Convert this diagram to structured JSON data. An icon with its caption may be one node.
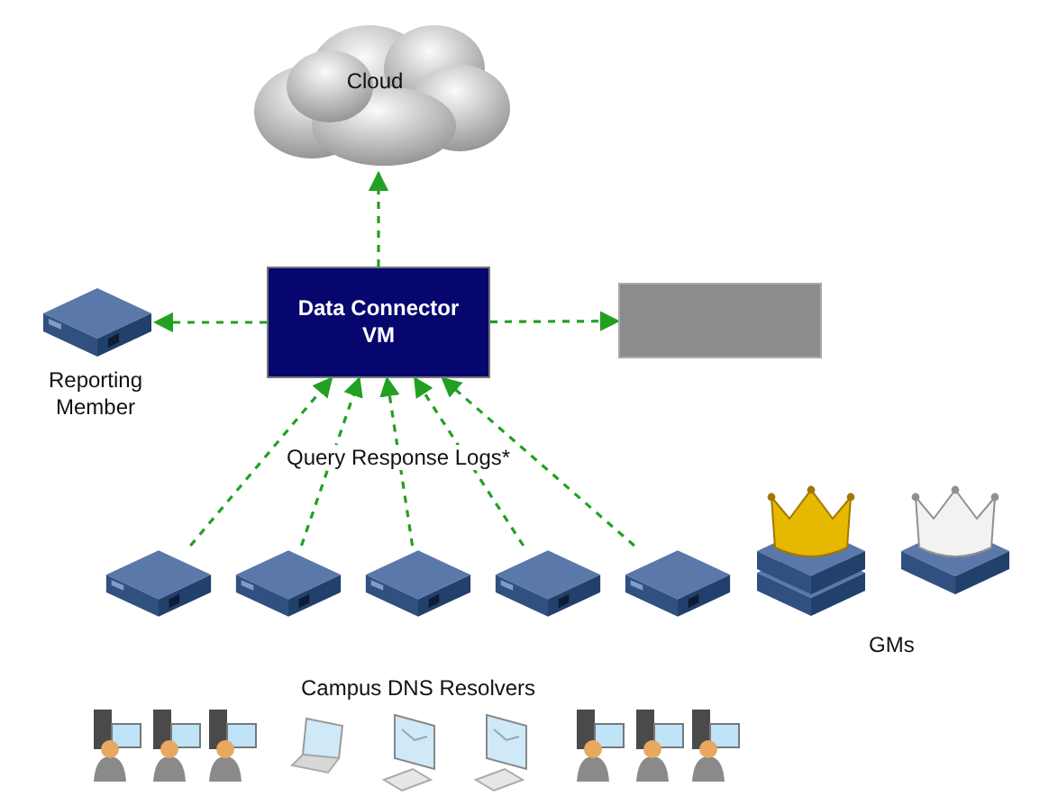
{
  "diagram": {
    "nodes": [
      {
        "text": [
          "Cloud"
        ]
      },
      {
        "text": [
          "Data Connector VM"
        ]
      },
      {
        "text": [
          "Reporting Member"
        ]
      },
      {
        "text": [],
        "shape": "box"
      },
      {
        "text": [],
        "shape": "picture"
      },
      {
        "text": [],
        "shape": "picture"
      },
      {
        "text": [],
        "shape": "picture"
      },
      {
        "text": [],
        "shape": "picture"
      },
      {
        "text": [],
        "shape": "picture"
      }
    ],
    "edges": [
      {
        "from": 1,
        "to": 0,
        "arrow": "to",
        "style": "dashed"
      },
      {
        "from": 1,
        "to": 2,
        "arrow": "to",
        "style": "dashed"
      },
      {
        "from": 1,
        "to": 3,
        "arrow": "to",
        "style": "dashed"
      },
      {
        "from": 4,
        "to": 1,
        "arrow": "to",
        "style": "dashed"
      },
      {
        "from": 5,
        "to": 1,
        "arrow": "to",
        "style": "dashed"
      },
      {
        "from": 6,
        "to": 1,
        "arrow": "to",
        "style": "dashed"
      },
      {
        "from": 7,
        "to": 1,
        "arrow": "to",
        "style": "dashed"
      },
      {
        "from": 8,
        "to": 1,
        "arrow": "to",
        "style": "dashed"
      }
    ],
    "labels": [
      "Query Response Logs*",
      "GMs",
      "Campus DNS Resolvers"
    ]
  }
}
